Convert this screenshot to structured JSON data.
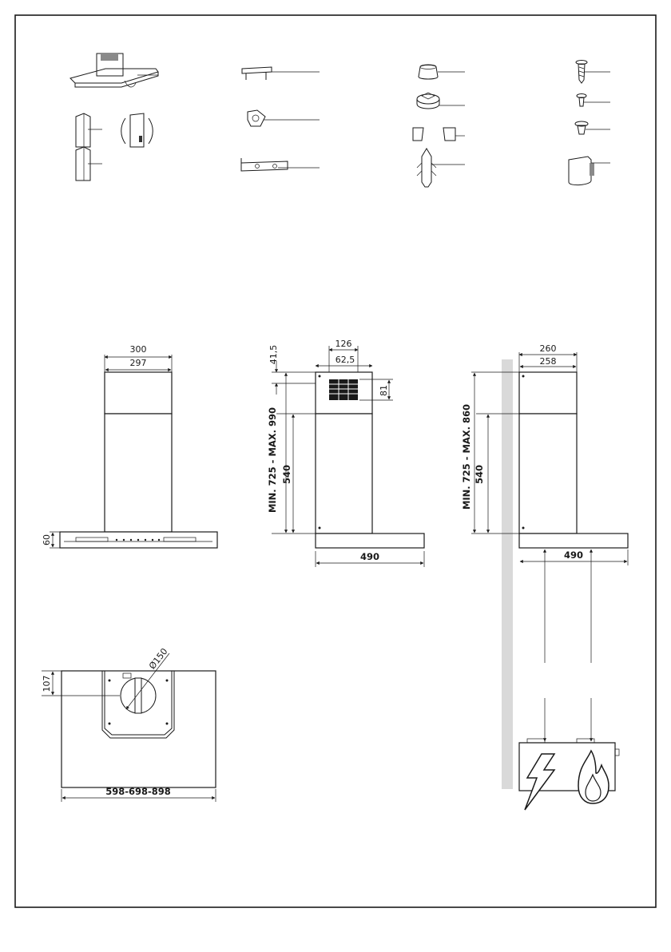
{
  "accent_colors": {
    "ink": "#1a1a1a",
    "wall": "#d9d9d9",
    "part_shade": "#8a8a8a"
  },
  "front_view": {
    "width_outer": "300",
    "width_inner": "297",
    "canopy_height": "60"
  },
  "side_view": {
    "outlet_width": "126",
    "outlet_inner": "62,5",
    "top_offset": "41,5",
    "grille_height": "81",
    "range_label": "MIN. 725 - MAX. 990",
    "lower_chimney": "540",
    "depth": "490"
  },
  "wall_view": {
    "width_outer": "260",
    "width_inner": "258",
    "range_label": "MIN. 725 - MAX. 860",
    "lower_chimney": "540",
    "depth": "490"
  },
  "bottom_view": {
    "outlet_offset": "107",
    "diameter": "Ø150",
    "widths": "598-698-898"
  },
  "hazard_icons": [
    "lightning-icon",
    "flame-icon"
  ]
}
